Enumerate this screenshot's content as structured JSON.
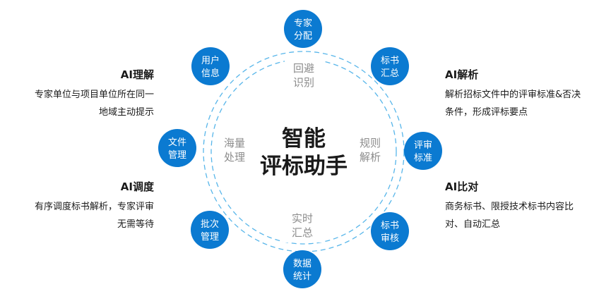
{
  "center": {
    "line1": "智能",
    "line2": "评标助手"
  },
  "ring_labels": {
    "top": {
      "line1": "回避",
      "line2": "识别"
    },
    "right": {
      "line1": "规则",
      "line2": "解析"
    },
    "bottom": {
      "line1": "实时",
      "line2": "汇总"
    },
    "left": {
      "line1": "海量",
      "line2": "处理"
    }
  },
  "nodes": [
    {
      "line1": "专家",
      "line2": "分配"
    },
    {
      "line1": "标书",
      "line2": "汇总"
    },
    {
      "line1": "评审",
      "line2": "标准"
    },
    {
      "line1": "标书",
      "line2": "审核"
    },
    {
      "line1": "数据",
      "line2": "统计"
    },
    {
      "line1": "批次",
      "line2": "管理"
    },
    {
      "line1": "文件",
      "line2": "管理"
    },
    {
      "line1": "用户",
      "line2": "信息"
    }
  ],
  "side_blocks": {
    "ai_understanding": {
      "title": "AI理解",
      "desc1": "专家单位与项目单位所在同一",
      "desc2": "地域主动提示"
    },
    "ai_scheduling": {
      "title": "AI调度",
      "desc1": "有序调度标书解析，专家评审",
      "desc2": "无需等待"
    },
    "ai_parsing": {
      "title": "AI解析",
      "desc1": "解析招标文件中的评审标准&否决",
      "desc2": "条件，形成评标要点"
    },
    "ai_comparison": {
      "title": "AI比对",
      "desc1": "商务标书、限授技术标书内容比",
      "desc2": "对、自动汇总"
    }
  },
  "colors": {
    "node_fill": "#0b7ad1",
    "ring_stroke": "#58b6ea",
    "center_text": "#1a1a1a",
    "ring_label": "#8c8c8c"
  },
  "icons": [
    "dashed-ring-outer",
    "dashed-ring-inner"
  ]
}
